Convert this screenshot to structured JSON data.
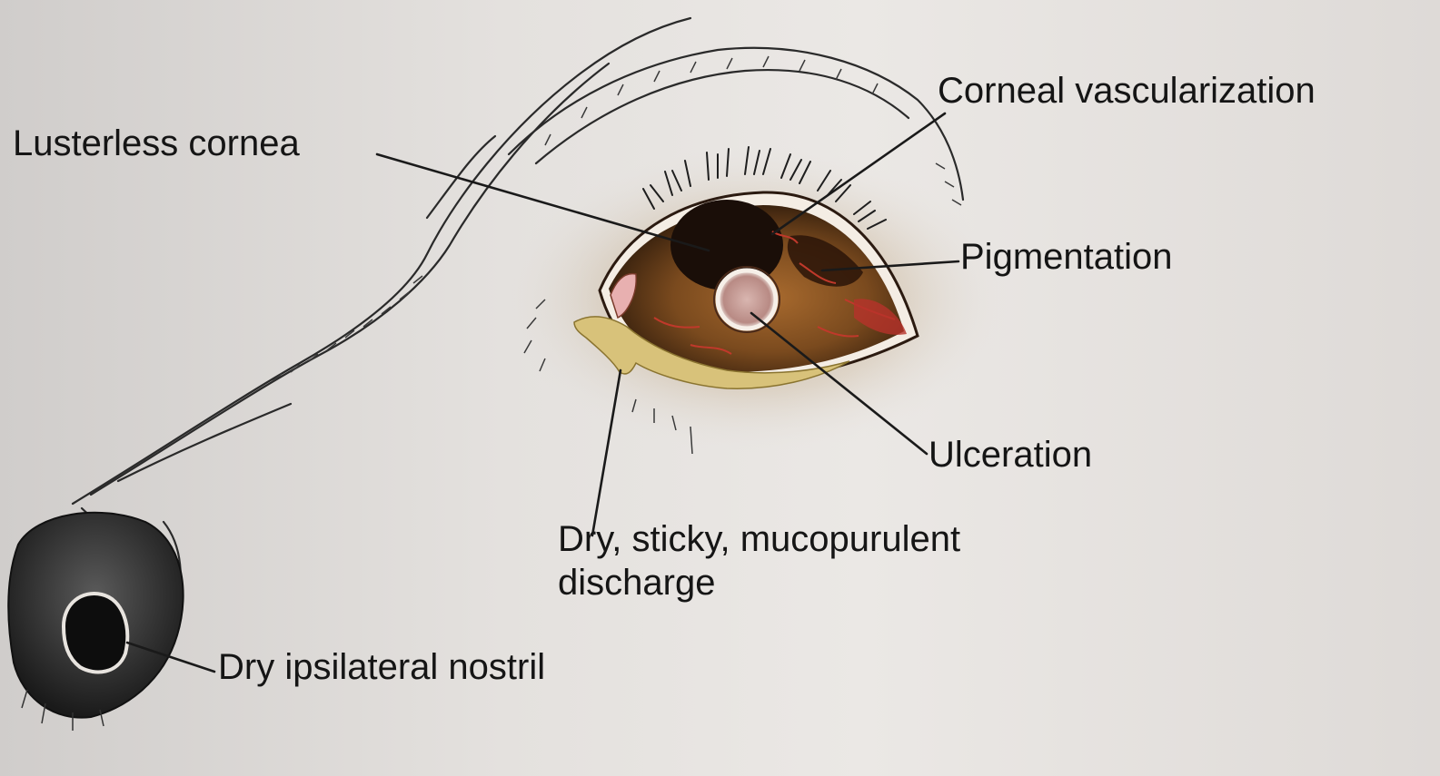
{
  "labels": {
    "lusterless_cornea": "Lusterless cornea",
    "corneal_vascularization": "Corneal vascularization",
    "pigmentation": "Pigmentation",
    "ulceration": "Ulceration",
    "discharge_line1": "Dry, sticky, mucopurulent",
    "discharge_line2": "discharge",
    "dry_nostril": "Dry ipsilateral nostril"
  },
  "colors": {
    "background": "#e4e1de",
    "iris": "#7a4a1e",
    "pupil": "#1a0e08",
    "discharge": "#d8c27a",
    "vessels": "#c0392b",
    "nose": "#2a2a2a",
    "text": "#151515"
  }
}
